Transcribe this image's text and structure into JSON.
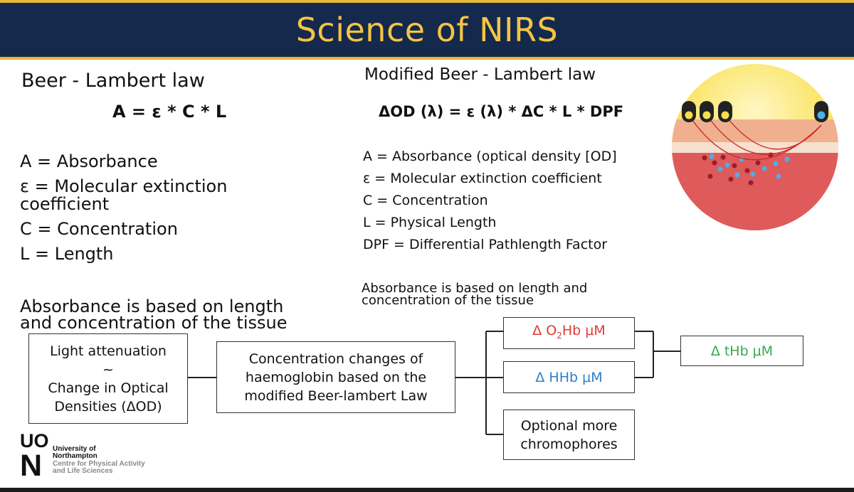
{
  "title": "Science of NIRS",
  "left": {
    "heading": "Beer - Lambert law",
    "formula": "A = ε * C * L",
    "definitions": [
      "A = Absorbance",
      "ε = Molecular extinction coefficient",
      "C = Concentration",
      "L = Length"
    ],
    "statement": "Absorbance is based on length and concentration of the tissue"
  },
  "right": {
    "heading": "Modified Beer - Lambert law",
    "formula": "ΔOD (λ) = ε (λ) * ΔC * L * DPF",
    "definitions": [
      "A = Absorbance (optical density [OD]",
      "ε = Molecular extinction coefficient",
      "C = Concentration",
      "L = Physical Length",
      "DPF = Differential Pathlength Factor"
    ],
    "statement": "Absorbance is based on length and concentration of the tissue"
  },
  "flow": {
    "attenuation": [
      "Light attenuation",
      "~",
      "Change in Optical",
      "Densities (ΔOD)"
    ],
    "concentration": [
      "Concentration changes of",
      "haemoglobin based on the",
      "modified Beer-lambert Law"
    ],
    "o2hb_prefix": "Δ O",
    "o2hb_sub": "2",
    "o2hb_suffix": "Hb μM",
    "hhb": "Δ HHb μM",
    "optional": [
      "Optional more",
      "chromophores"
    ],
    "thb": "Δ tHb μM"
  },
  "logo": {
    "mark_top": "UO",
    "mark_bottom": "N",
    "university": [
      "University of",
      "Northampton"
    ],
    "centre": [
      "Centre for Physical Activity",
      "and Life Sciences"
    ]
  },
  "colors": {
    "title_bg": "#14294b",
    "title_text": "#f6c443",
    "o2hb": "#e03b35",
    "hhb": "#2f7fc7",
    "thb": "#39a852"
  }
}
